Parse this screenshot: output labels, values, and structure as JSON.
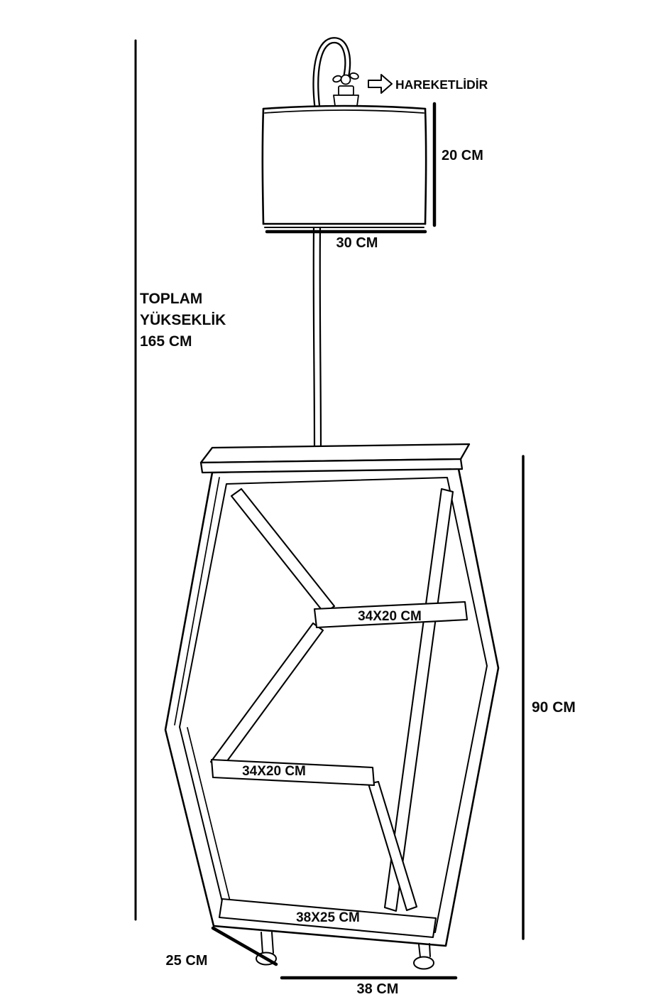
{
  "canvas": {
    "background": "#ffffff",
    "ink": "#000000"
  },
  "labels": {
    "movable": "HAREKETLİDİR",
    "total_height_1": "TOPLAM",
    "total_height_2": "YÜKSEKLİK",
    "total_height_3": "165 CM",
    "shade_height": "20 CM",
    "shade_width": "30 CM",
    "top_shelf": "34X20 CM",
    "middle_shelf": "34X20 CM",
    "bottom_shelf": "38X25 CM",
    "unit_height": "90 CM",
    "base_depth": "25 CM",
    "base_width": "38 CM"
  }
}
